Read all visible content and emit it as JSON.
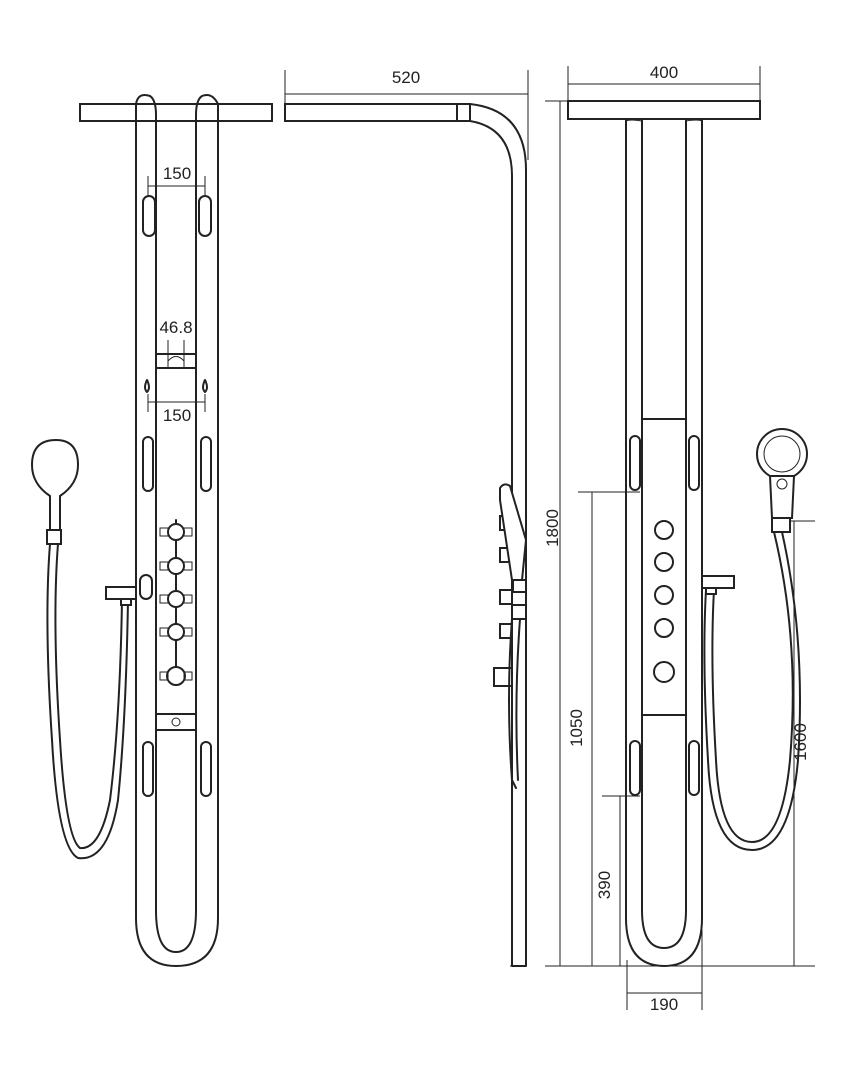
{
  "dimensions": {
    "front_top_spacing": "150",
    "front_mid_spacing": "46.8",
    "front_lower_spacing": "150",
    "side_depth": "520",
    "back_width": "400",
    "total_height": "1800",
    "jet_height": "1050",
    "lower_jet_height": "390",
    "head_height": "1600",
    "bottom_width": "190"
  }
}
